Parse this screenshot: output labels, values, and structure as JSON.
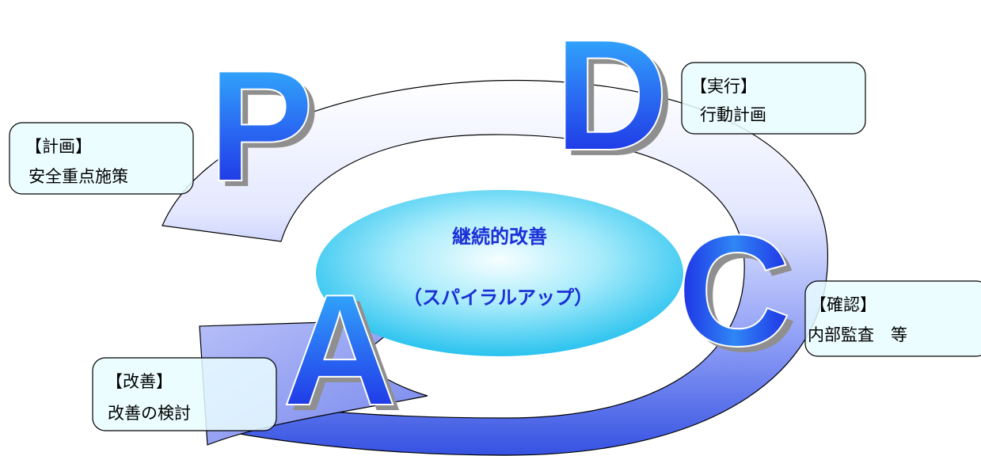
{
  "center": {
    "line1": "継続的改善",
    "line2": "（スパイラルアップ）"
  },
  "letters": {
    "plan": "P",
    "do": "D",
    "check": "C",
    "act": "A"
  },
  "callouts": {
    "plan": {
      "title": "【計画】",
      "body": "安全重点施策"
    },
    "do": {
      "title": "【実行】",
      "body": "行動計画"
    },
    "check": {
      "title": "【確認】",
      "body": "内部監査　等"
    },
    "act": {
      "title": "【改善】",
      "body": "改善の検討"
    }
  },
  "colors": {
    "ring_light": "#f4f5ff",
    "ring_dark": "#3f5be6",
    "center_light": "#e8fbff",
    "center_dark": "#29c3ee",
    "callout_fill": "#e9fdff",
    "letter_light": "#39b9ff",
    "letter_dark": "#1620e0",
    "center_text": "#1a2fd6"
  }
}
